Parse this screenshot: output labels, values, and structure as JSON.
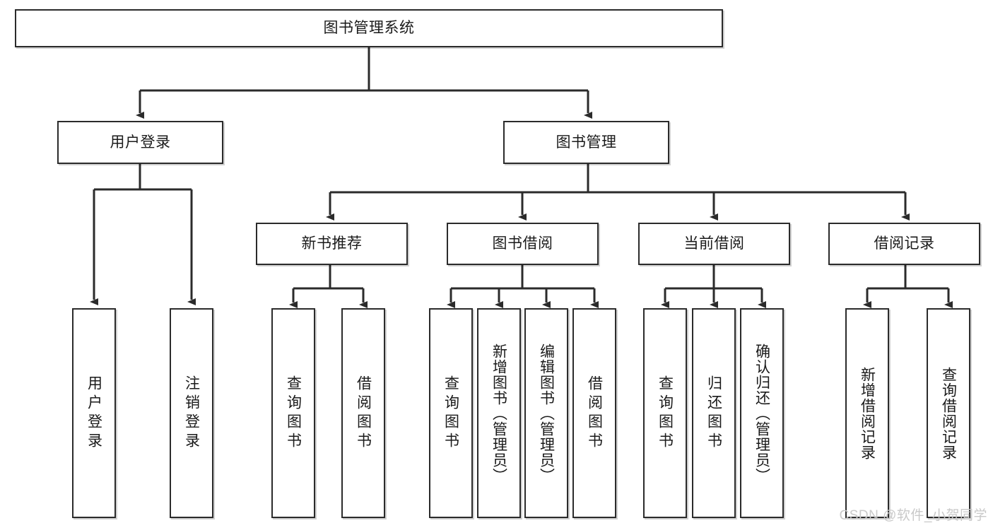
{
  "diagram": {
    "title": "图书管理系统",
    "type": "tree-hierarchy-diagram",
    "root": {
      "id": "root",
      "label": "图书管理系统"
    },
    "level2": [
      {
        "id": "user-login",
        "label": "用户登录"
      },
      {
        "id": "book-manage",
        "label": "图书管理"
      }
    ],
    "level3": [
      {
        "id": "new-book-recommend",
        "label": "新书推荐",
        "parent": "book-manage"
      },
      {
        "id": "book-borrow",
        "label": "图书借阅",
        "parent": "book-manage"
      },
      {
        "id": "current-borrow",
        "label": "当前借阅",
        "parent": "book-manage"
      },
      {
        "id": "borrow-record",
        "label": "借阅记录",
        "parent": "book-manage"
      }
    ],
    "leaves": [
      {
        "id": "leaf-user-login",
        "label": "用户登录",
        "parent": "user-login"
      },
      {
        "id": "leaf-logout-login",
        "label": "注销登录",
        "parent": "user-login"
      },
      {
        "id": "leaf-query-book-rec",
        "label": "查询图书",
        "parent": "new-book-recommend"
      },
      {
        "id": "leaf-borrow-book-rec",
        "label": "借阅图书",
        "parent": "new-book-recommend"
      },
      {
        "id": "leaf-query-book-borrow",
        "label": "查询图书",
        "parent": "book-borrow"
      },
      {
        "id": "leaf-add-book-admin",
        "label": "新增图书（管理员）",
        "parent": "book-borrow"
      },
      {
        "id": "leaf-edit-book-admin",
        "label": "编辑图书（管理员）",
        "parent": "book-borrow"
      },
      {
        "id": "leaf-borrow-book",
        "label": "借阅图书",
        "parent": "book-borrow"
      },
      {
        "id": "leaf-query-book-current",
        "label": "查询图书",
        "parent": "current-borrow"
      },
      {
        "id": "leaf-return-book",
        "label": "归还图书",
        "parent": "current-borrow"
      },
      {
        "id": "leaf-confirm-return-admin",
        "label": "确认归还（管理员）",
        "parent": "current-borrow"
      },
      {
        "id": "leaf-add-borrow-record",
        "label": "新增借阅记录",
        "parent": "borrow-record"
      },
      {
        "id": "leaf-query-borrow-record",
        "label": "查询借阅记录",
        "parent": "borrow-record"
      }
    ],
    "watermark": "CSDN @软件_小贺同学",
    "colors": {
      "stroke": "#2b2b2b",
      "fill": "#ffffff",
      "text": "#1a1a1a",
      "watermark": "#c9c9c9"
    }
  }
}
